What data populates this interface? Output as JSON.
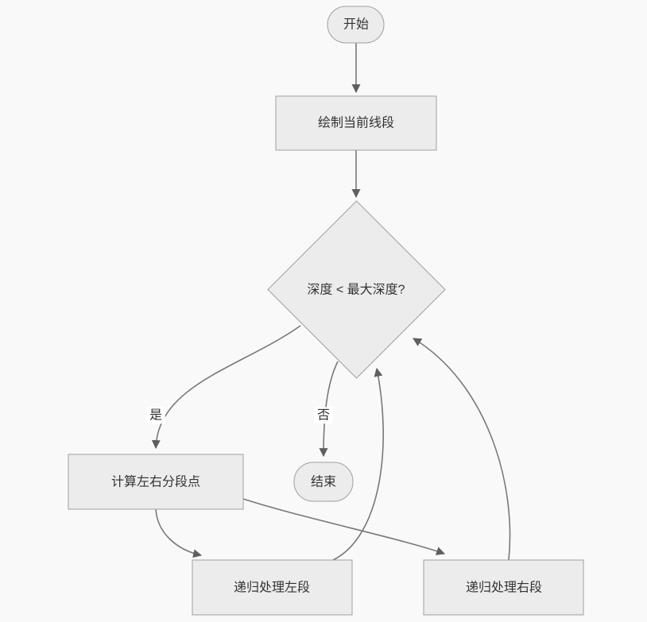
{
  "diagram": {
    "type": "flowchart",
    "colors": {
      "background": "#f9f9f9",
      "node_fill": "#ececec",
      "node_border": "#a0a0a0",
      "edge_line": "#787878",
      "arrowhead": "#5f5f5f",
      "text": "#333333",
      "edge_label_bg": "#ffffff"
    },
    "nodes": [
      {
        "id": "start",
        "shape": "stadium",
        "label": "开始"
      },
      {
        "id": "draw",
        "shape": "rect",
        "label": "绘制当前线段"
      },
      {
        "id": "decision",
        "shape": "diamond",
        "label": "深度 < 最大深度?"
      },
      {
        "id": "calc",
        "shape": "rect",
        "label": "计算左右分段点"
      },
      {
        "id": "end",
        "shape": "stadium",
        "label": "结束"
      },
      {
        "id": "left",
        "shape": "rect",
        "label": "递归处理左段"
      },
      {
        "id": "right",
        "shape": "rect",
        "label": "递归处理右段"
      }
    ],
    "edges": [
      {
        "from": "start",
        "to": "draw",
        "label": ""
      },
      {
        "from": "draw",
        "to": "decision",
        "label": ""
      },
      {
        "from": "decision",
        "to": "calc",
        "label": "是"
      },
      {
        "from": "decision",
        "to": "end",
        "label": "否"
      },
      {
        "from": "calc",
        "to": "left",
        "label": ""
      },
      {
        "from": "calc",
        "to": "right",
        "label": ""
      },
      {
        "from": "left",
        "to": "decision",
        "label": ""
      },
      {
        "from": "right",
        "to": "decision",
        "label": ""
      }
    ]
  }
}
